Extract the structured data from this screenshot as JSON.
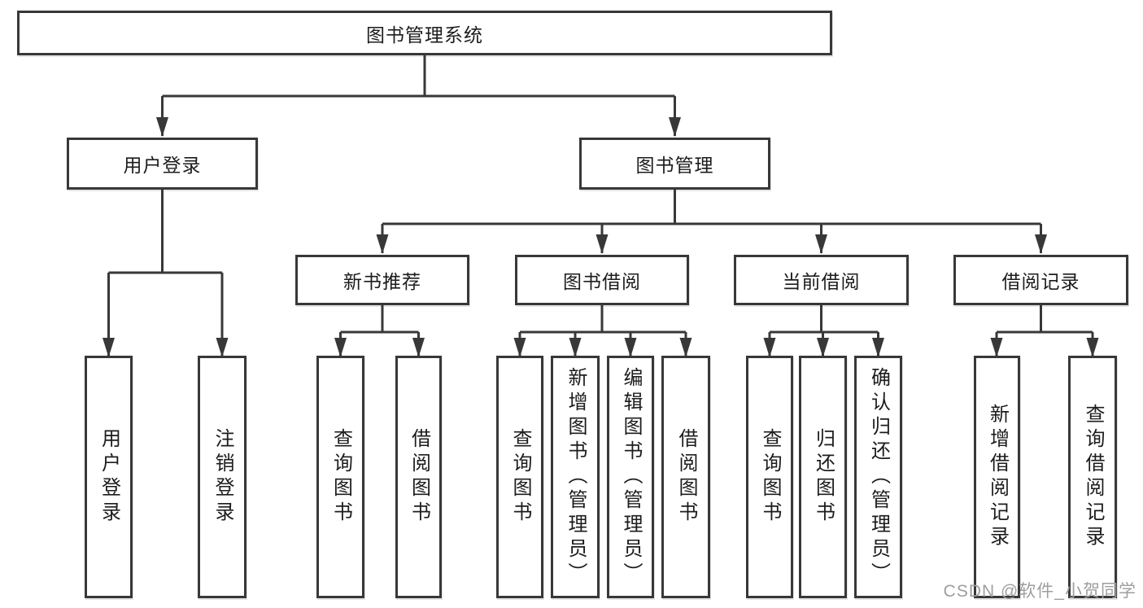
{
  "diagram": {
    "tree": {
      "label": "图书管理系统",
      "children": [
        {
          "label": "用户登录",
          "children": [
            {
              "label": "用户登录"
            },
            {
              "label": "注销登录"
            }
          ]
        },
        {
          "label": "图书管理",
          "children": [
            {
              "label": "新书推荐",
              "children": [
                {
                  "label": "查询图书"
                },
                {
                  "label": "借阅图书"
                }
              ]
            },
            {
              "label": "图书借阅",
              "children": [
                {
                  "label": "查询图书"
                },
                {
                  "label": "新增图书（管理员）"
                },
                {
                  "label": "编辑图书（管理员）"
                },
                {
                  "label": "借阅图书"
                }
              ]
            },
            {
              "label": "当前借阅",
              "children": [
                {
                  "label": "查询图书"
                },
                {
                  "label": "归还图书"
                },
                {
                  "label": "确认归还（管理员）"
                }
              ]
            },
            {
              "label": "借阅记录",
              "children": [
                {
                  "label": "新增借阅记录"
                },
                {
                  "label": "查询借阅记录"
                }
              ]
            }
          ]
        }
      ]
    },
    "colors": {
      "line": "#383838",
      "box_border": "#383838",
      "text": "#1c1c1c",
      "background": "#ffffff"
    }
  },
  "watermark": {
    "text": "CSDN @软件_小贺同学",
    "color": "#9e9e9e"
  }
}
